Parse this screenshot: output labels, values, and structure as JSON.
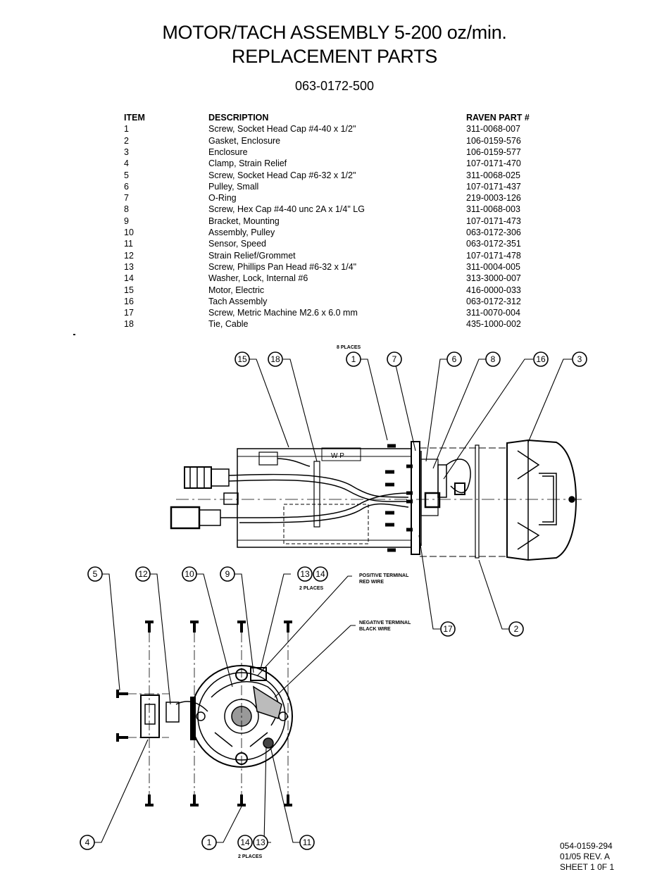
{
  "header": {
    "title_line1": "MOTOR/TACH ASSEMBLY 5-200 oz/min.",
    "title_line2": "REPLACEMENT PARTS",
    "doc_number": "063-0172-500"
  },
  "parts_table": {
    "columns": [
      "ITEM",
      "DESCRIPTION",
      "RAVEN PART #"
    ],
    "rows": [
      {
        "item": "1",
        "description": "Screw, Socket Head Cap #4-40 x 1/2\"",
        "part": "311-0068-007"
      },
      {
        "item": "2",
        "description": "Gasket, Enclosure",
        "part": "106-0159-576"
      },
      {
        "item": "3",
        "description": "Enclosure",
        "part": "106-0159-577"
      },
      {
        "item": "4",
        "description": "Clamp, Strain Relief",
        "part": "107-0171-470"
      },
      {
        "item": "5",
        "description": "Screw, Socket Head Cap #6-32 x 1/2\"",
        "part": "311-0068-025"
      },
      {
        "item": "6",
        "description": "Pulley, Small",
        "part": "107-0171-437"
      },
      {
        "item": "7",
        "description": "O-Ring",
        "part": "219-0003-126"
      },
      {
        "item": "8",
        "description": "Screw, Hex Cap #4-40 unc 2A x 1/4\" LG",
        "part": "311-0068-003"
      },
      {
        "item": "9",
        "description": "Bracket, Mounting",
        "part": "107-0171-473"
      },
      {
        "item": "10",
        "description": "Assembly, Pulley",
        "part": "063-0172-306"
      },
      {
        "item": "11",
        "description": "Sensor, Speed",
        "part": "063-0172-351"
      },
      {
        "item": "12",
        "description": "Strain Relief/Grommet",
        "part": "107-0171-478"
      },
      {
        "item": "13",
        "description": "Screw, Phillips Pan Head #6-32 x 1/4\"",
        "part": "311-0004-005"
      },
      {
        "item": "14",
        "description": "Washer, Lock, Internal #6",
        "part": "313-3000-007"
      },
      {
        "item": "15",
        "description": "Motor, Electric",
        "part": "416-0000-033"
      },
      {
        "item": "16",
        "description": "Tach Assembly",
        "part": "063-0172-312"
      },
      {
        "item": "17",
        "description": "Screw, Metric Machine M2.6 x 6.0 mm",
        "part": "311-0070-004"
      },
      {
        "item": "18",
        "description": "Tie, Cable",
        "part": "435-1000-002"
      }
    ]
  },
  "callouts": {
    "top": [
      "15",
      "18",
      "1",
      "7",
      "6",
      "8",
      "16",
      "3",
      "17",
      "2"
    ],
    "bottom": [
      "5",
      "12",
      "10",
      "9",
      "13",
      "14",
      "4",
      "1",
      "14",
      "13",
      "11"
    ]
  },
  "notes": {
    "places_8": "8 PLACES",
    "places_2a": "2 PLACES",
    "places_2b": "2 PLACES",
    "positive_1": "POSITIVE TERMINAL",
    "positive_2": "RED WIRE",
    "negative_1": "NEGATIVE TERMINAL",
    "negative_2": "BLACK WIRE"
  },
  "footer": {
    "line1": "054-0159-294",
    "line2": "01/05  REV. A",
    "line3": "SHEET 1 0F 1"
  }
}
